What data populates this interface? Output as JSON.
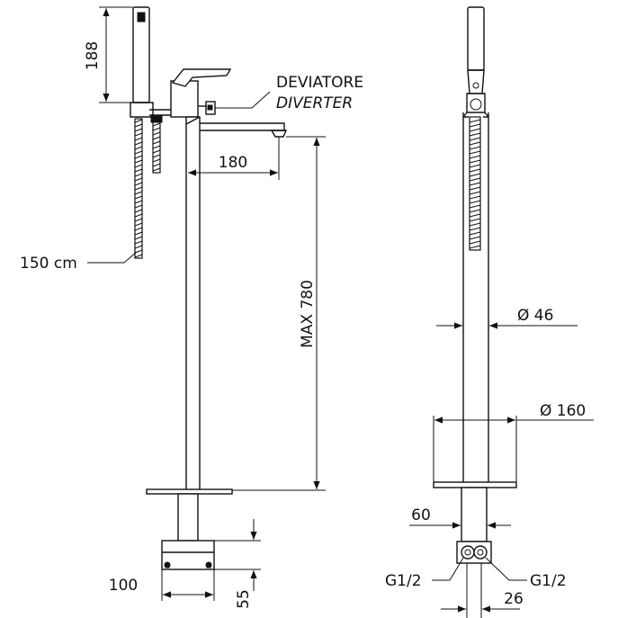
{
  "labels": {
    "diverter_it": "DEVIATORE",
    "diverter_en": "DIVERTER",
    "hose_length": "150 cm",
    "handshower_height": "188",
    "spout_projection": "180",
    "spout_height": "MAX 780",
    "column_diameter": "Ø 46",
    "base_diameter": "Ø 160",
    "base_width": "100",
    "base_height": "55",
    "connection_width": "60",
    "connection_left": "G1/2",
    "connection_right": "G1/2",
    "connection_spacing": "26"
  }
}
